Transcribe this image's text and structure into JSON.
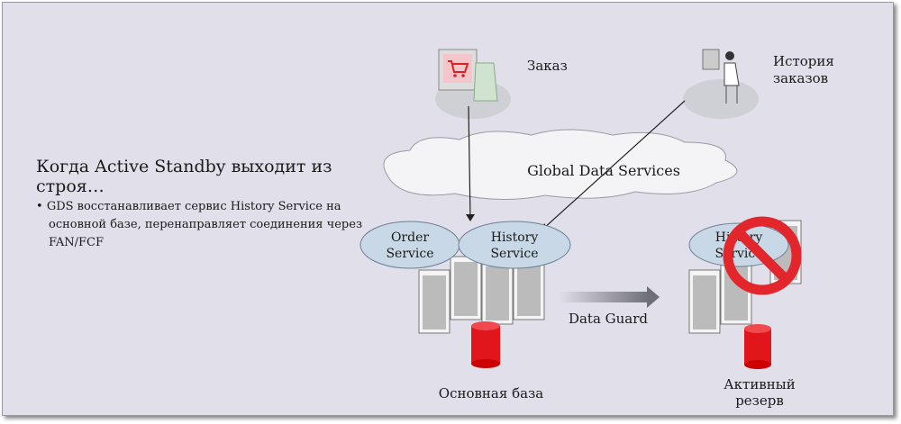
{
  "heading": "Когда Active Standby выходит из строя…",
  "bullet": "GDS восстанавливает сервис History Service на основной базе, перенаправляет соединения через FAN/FCF",
  "labels": {
    "order": "Заказ",
    "history_line1": "История",
    "history_line2": "заказов",
    "gds": "Global Data Services",
    "order_service_1": "Order",
    "order_service_2": "Service",
    "history_service_1": "History",
    "history_service_2": "Service",
    "data_guard": "Data Guard",
    "primary": "Основная база",
    "standby_1": "Активный",
    "standby_2": "резерв"
  },
  "colors": {
    "background": "#e1dfea",
    "service_ellipse": "#c9d8e6",
    "database": "#e0161b",
    "prohibit": "#e3262b"
  },
  "icons": [
    "shopping-cart-monitor-icon",
    "user-at-computer-icon",
    "server-rack-icon",
    "database-icon",
    "prohibited-icon"
  ]
}
